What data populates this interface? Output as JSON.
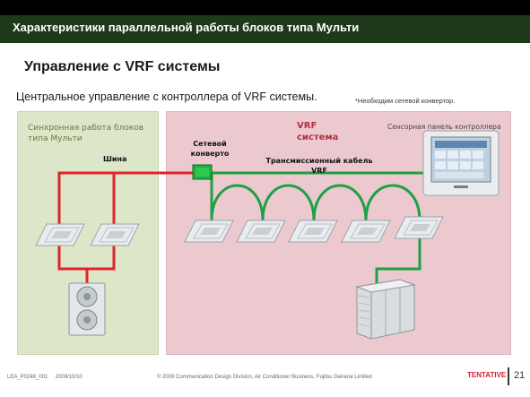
{
  "header": {
    "title": "Характеристики параллельной работы блоков типа Мульти"
  },
  "section": {
    "title": "Управление с VRF системы",
    "subtitle": "Центральное управление с контроллера of VRF системы.",
    "note": "*Необходим сетевой конвертор."
  },
  "diagram": {
    "left_label": "Синхронная работа блоков типа Мульти",
    "bus_label": "Шина",
    "vrf_label": "VRF система",
    "converter_label": "Сетевой конверто",
    "cable_label": "Трансмиссионный кабель VRF",
    "touch_panel_label": "Сенсорная панель контроллера"
  },
  "footer": {
    "doc_id": "LEA_P0246_001",
    "date": "2009/10/10",
    "copyright": "© 2009 Communication Design Division, Air Conditioner Business. Fujitsu General Limited",
    "status": "TENTATIVE",
    "page": "21"
  },
  "colors": {
    "header_bg": "#1e3a1a",
    "red_line": "#e0242c",
    "green_line": "#1ea046",
    "left_panel": "#dde6c9",
    "right_panel": "#ecc9cf",
    "converter": "#20b040",
    "vrf_label": "#b33040",
    "tentative": "#d61c2c"
  }
}
